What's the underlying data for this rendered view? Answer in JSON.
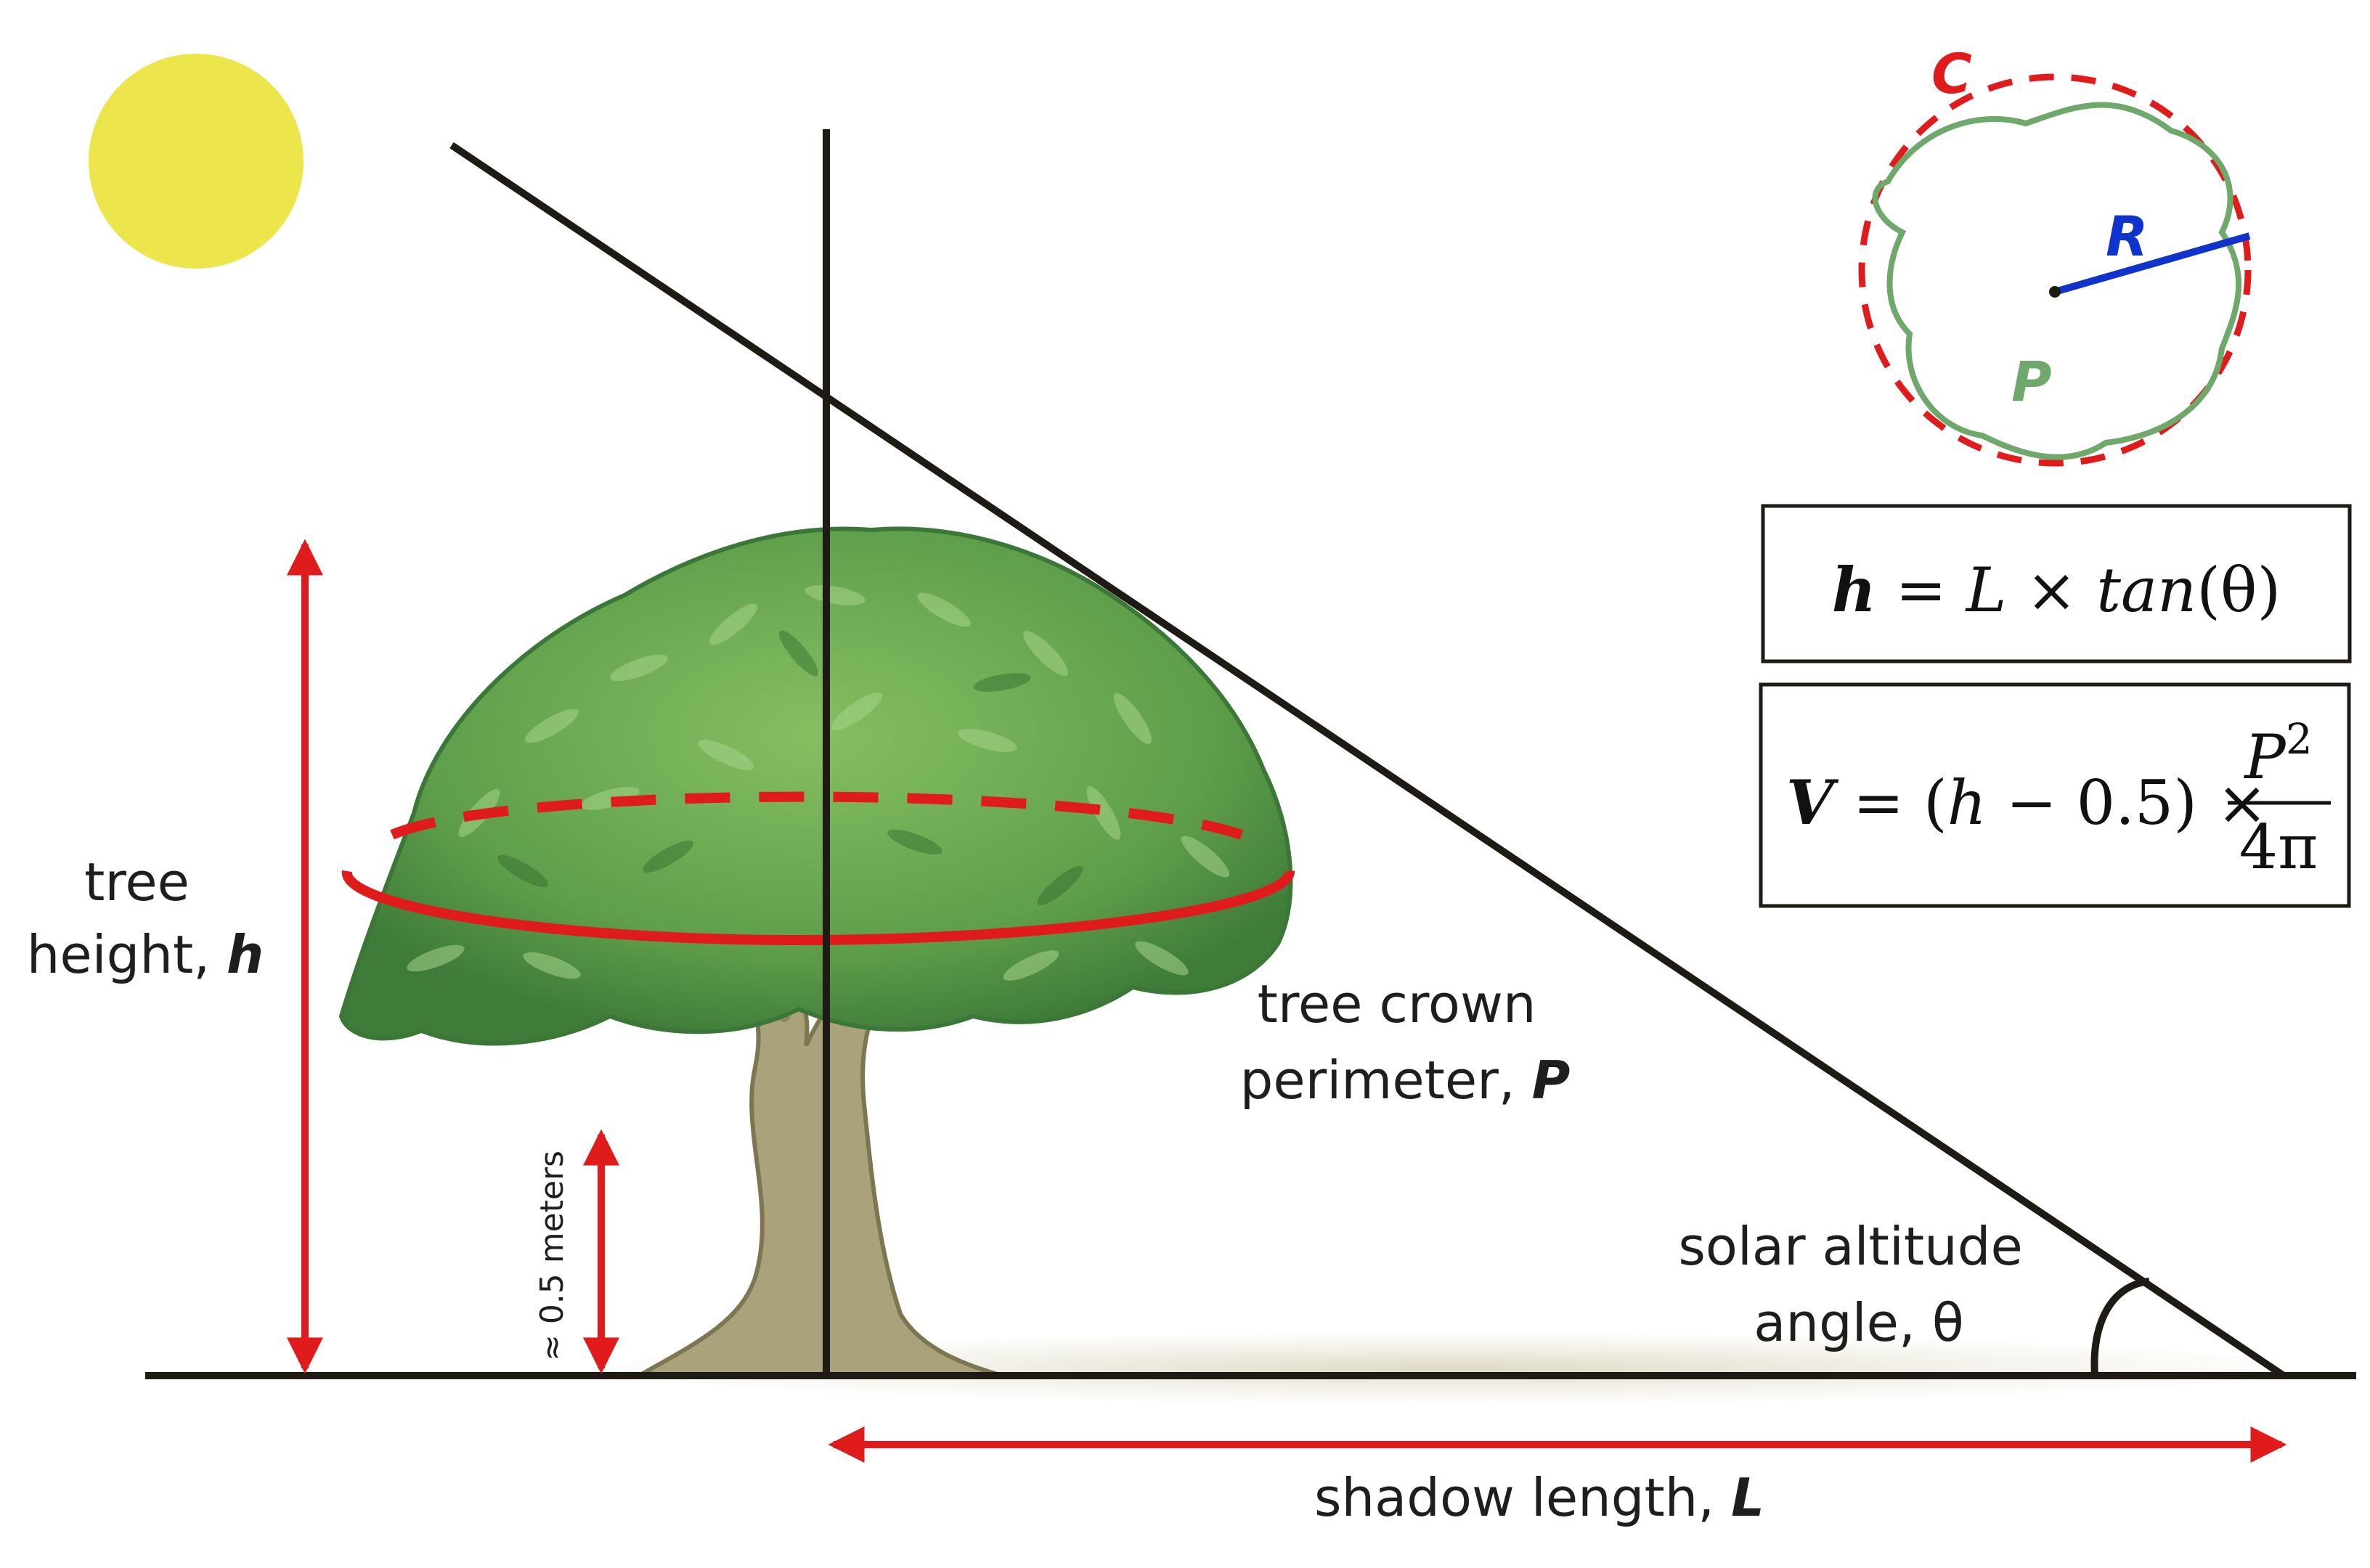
{
  "colors": {
    "sun": "#EDE54C",
    "red": "#E01B1B",
    "blue": "#1033CC",
    "green": "#6FA86B",
    "line": "#1E1A14",
    "foliage_light": "#8CC46A",
    "foliage_mid": "#5E9E4A",
    "foliage_dark": "#3D7A38",
    "trunk": "#A9A27A",
    "shadow": "#E6E3D4"
  },
  "labels": {
    "tree_height": {
      "line1": "tree",
      "line2_text": "height, ",
      "line2_symbol": "h"
    },
    "base_height": "≈ 0.5 meters",
    "crown_perimeter": {
      "line1": "tree crown",
      "line2_text": "perimeter, ",
      "line2_symbol": "P"
    },
    "solar_angle": {
      "line1": "solar altitude",
      "line2": "angle, θ"
    },
    "shadow_length": {
      "text": "shadow length, ",
      "symbol": "L"
    }
  },
  "inset": {
    "circle_label": "C",
    "radius_label": "R",
    "perimeter_label": "P"
  },
  "equations": {
    "height": {
      "lhs": "h",
      "eq": " = ",
      "rhs_var": "L",
      "times": " × ",
      "func": "tan",
      "arg": "(θ)"
    },
    "volume": {
      "lhs": "V",
      "eq": " = ",
      "paren": "(",
      "var": "h",
      "minus": " − 0.5) × ",
      "num_base": "P",
      "num_exp": "2",
      "den": "4π"
    }
  }
}
